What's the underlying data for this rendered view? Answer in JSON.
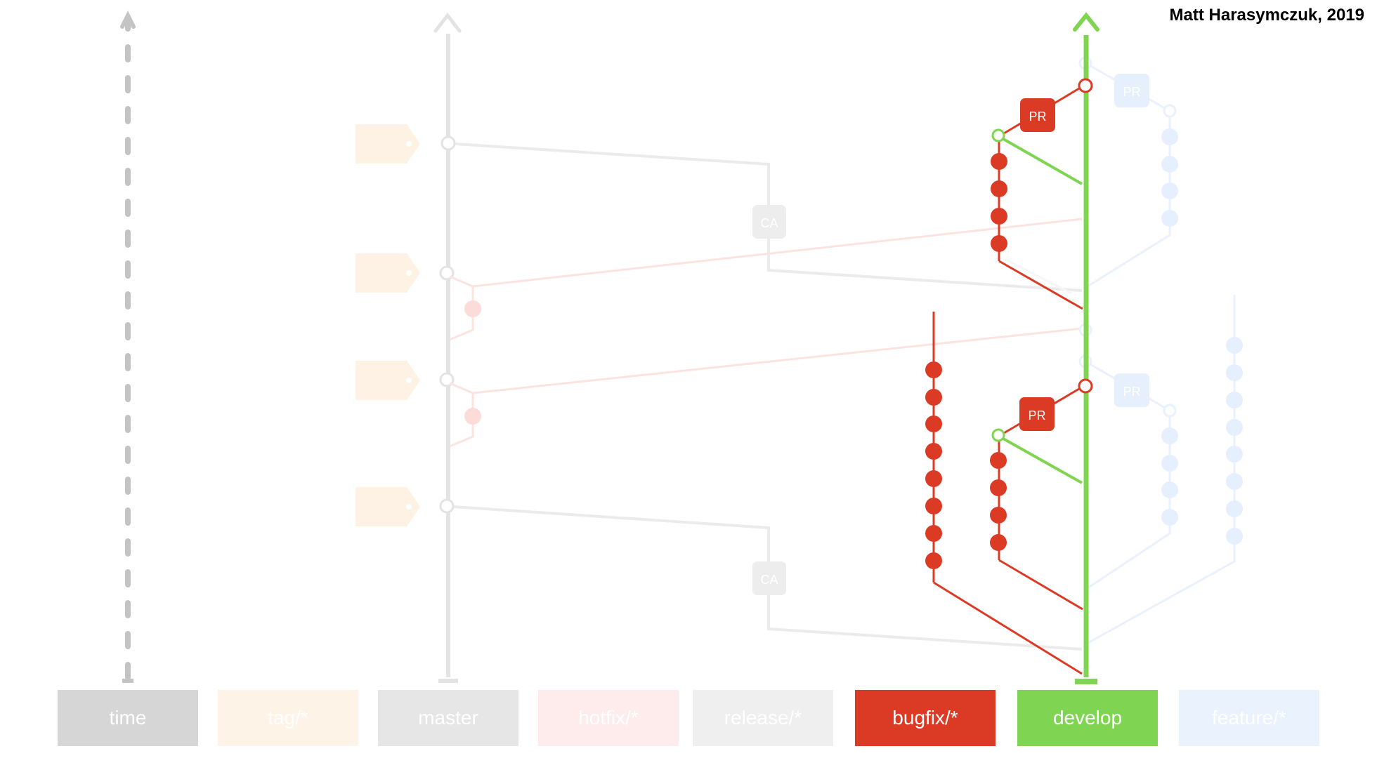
{
  "credit": "Matt Harasymczuk, 2019",
  "lanes": [
    {
      "id": "time",
      "label": "time",
      "color": "#d6d6d6",
      "active": true
    },
    {
      "id": "tag",
      "label": "tag/*",
      "color": "#fdf3e7",
      "active": false
    },
    {
      "id": "master",
      "label": "master",
      "color": "#e6e6e6",
      "active": true
    },
    {
      "id": "hotfix",
      "label": "hotfix/*",
      "color": "#fdeceb",
      "active": false
    },
    {
      "id": "release",
      "label": "release/*",
      "color": "#efefef",
      "active": false
    },
    {
      "id": "bugfix",
      "label": "bugfix/*",
      "color": "#db3a24",
      "active": true
    },
    {
      "id": "develop",
      "label": "develop",
      "color": "#7fd451",
      "active": true
    },
    {
      "id": "feature",
      "label": "feature/*",
      "color": "#eaf2fe",
      "active": false
    }
  ],
  "markers": {
    "pr_label": "PR",
    "ca_label": "CA"
  },
  "colors": {
    "bugfix": "#db3a24",
    "develop": "#7fd451",
    "time": "#bdbdbd",
    "master": "#e2e2e2",
    "tag": "#fdf0e2",
    "hotfix": "#fbdcd8",
    "release": "#ececec",
    "feature": "#e6f0fd"
  }
}
